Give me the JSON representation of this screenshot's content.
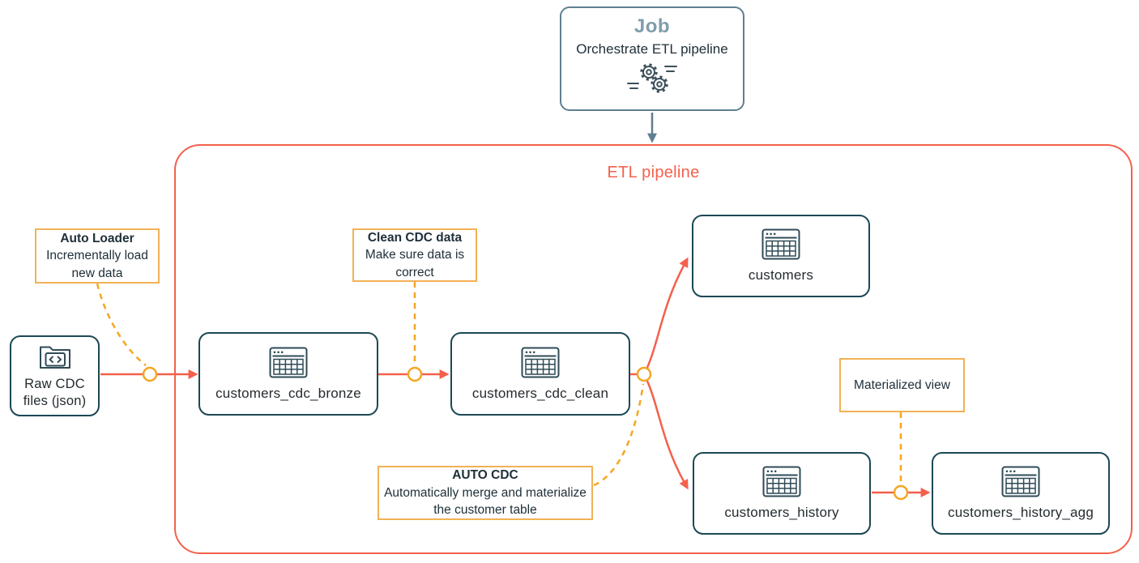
{
  "colors": {
    "pipeline_accent": "#f4604c",
    "node_border": "#1c4855",
    "job_border": "#5e7f90",
    "job_title_text": "#7f9dac",
    "annotation_border": "#f2b156",
    "connector_yellow": "#f5a623",
    "body_text": "#20303a"
  },
  "job": {
    "title": "Job",
    "subtitle": "Orchestrate ETL pipeline",
    "icon": "gears-icon"
  },
  "pipeline": {
    "title": "ETL pipeline"
  },
  "nodes": {
    "raw": {
      "label": "Raw CDC files (json)",
      "icon": "folder-code-icon"
    },
    "bronze": {
      "label": "customers_cdc_bronze",
      "icon": "table-icon"
    },
    "clean": {
      "label": "customers_cdc_clean",
      "icon": "table-icon"
    },
    "customers": {
      "label": "customers",
      "icon": "table-icon"
    },
    "history": {
      "label": "customers_history",
      "icon": "table-icon"
    },
    "history_agg": {
      "label": "customers_history_agg",
      "icon": "table-icon"
    }
  },
  "annotations": {
    "auto_loader": {
      "title": "Auto Loader",
      "body": "Incrementally load new data"
    },
    "clean_cdc": {
      "title": "Clean CDC data",
      "body": "Make sure data is correct"
    },
    "auto_cdc": {
      "title": "AUTO CDC",
      "body": "Automatically merge and materialize the customer table"
    },
    "materialized_view": {
      "title": "Materialized view"
    }
  }
}
